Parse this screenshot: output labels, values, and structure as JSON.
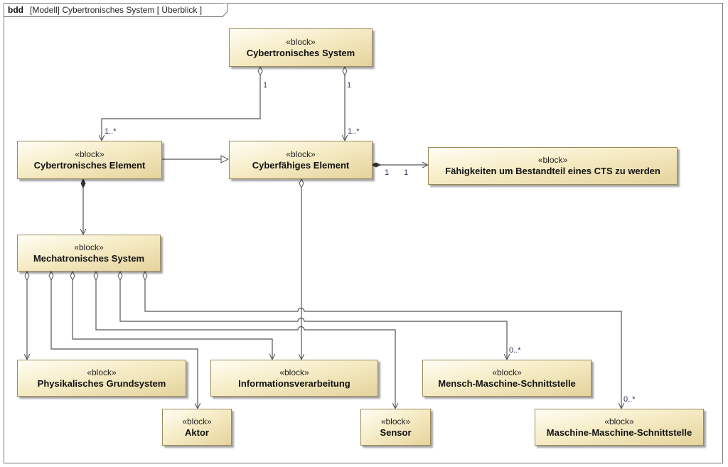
{
  "diagram": {
    "kind": "bdd",
    "header": "[Modell] Cybertronisches System [ Überblick ]",
    "colors": {
      "line": "#555555",
      "block_border": "#9c8a5a",
      "block_light": "#fffef4",
      "block_dark": "#e5d39c"
    }
  },
  "blocks": [
    {
      "id": "cts",
      "stereotype": "«block»",
      "name": "Cybertronisches System"
    },
    {
      "id": "cte",
      "stereotype": "«block»",
      "name": "Cybertronisches Element"
    },
    {
      "id": "cfe",
      "stereotype": "«block»",
      "name": "Cyberfähiges Element"
    },
    {
      "id": "fbc",
      "stereotype": "«block»",
      "name": "Fähigkeiten um Bestandteil eines CTS zu werden"
    },
    {
      "id": "ms",
      "stereotype": "«block»",
      "name": "Mechatronisches System"
    },
    {
      "id": "pg",
      "stereotype": "«block»",
      "name": "Physikalisches Grundsystem"
    },
    {
      "id": "iv",
      "stereotype": "«block»",
      "name": "Informationsverarbeitung"
    },
    {
      "id": "mms",
      "stereotype": "«block»",
      "name": "Mensch-Maschine-Schnittstelle"
    },
    {
      "id": "ak",
      "stereotype": "«block»",
      "name": "Aktor"
    },
    {
      "id": "se",
      "stereotype": "«block»",
      "name": "Sensor"
    },
    {
      "id": "mas",
      "stereotype": "«block»",
      "name": "Maschine-Maschine-Schnittstelle"
    }
  ],
  "multiplicities": {
    "cts_cte_owner": "1",
    "cts_cte_part": "1..*",
    "cts_cfe_owner": "1",
    "cts_cfe_part": "1..*",
    "cfe_fbc_owner": "1",
    "cfe_fbc_part": "1",
    "ms_mms_part": "0..*",
    "ms_mas_part": "0..*"
  }
}
